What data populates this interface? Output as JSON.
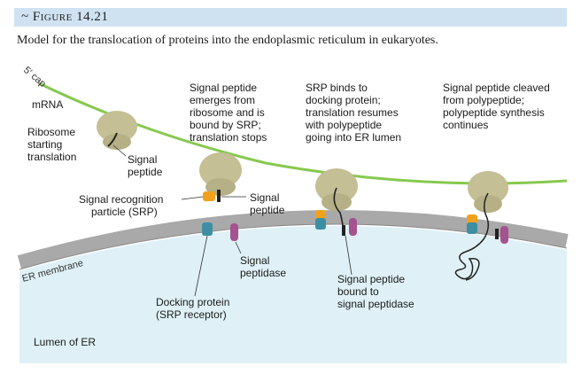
{
  "figure": {
    "title": "~ Figure 14.21",
    "caption": "Model for the translocation of proteins into the endoplasmic reticulum in eukaryotes."
  },
  "labels": {
    "five_cap": "5′ cap",
    "mrna": "mRNA",
    "ribosome_starting": [
      "Ribosome",
      "starting",
      "translation"
    ],
    "signal_peptide_1": [
      "Signal",
      "peptide"
    ],
    "signal_peptide_2": [
      "Signal",
      "peptide"
    ],
    "srp": [
      "Signal recognition",
      "particle (SRP)"
    ],
    "step2": [
      "Signal peptide",
      "emerges from",
      "ribosome and is",
      "bound by SRP;",
      "translation stops"
    ],
    "step3": [
      "SRP binds to",
      "docking protein;",
      "translation resumes",
      "with polypeptide",
      "going into ER lumen"
    ],
    "step4": [
      "Signal peptide cleaved",
      "from polypeptide;",
      "polypeptide synthesis",
      "continues"
    ],
    "er_membrane": "ER membrane",
    "signal_peptidase": [
      "Signal",
      "peptidase"
    ],
    "docking_protein": [
      "Docking protein",
      "(SRP receptor)"
    ],
    "signal_peptide_bound": [
      "Signal peptide",
      "bound to",
      "signal peptidase"
    ],
    "lumen": "Lumen of ER"
  },
  "colors": {
    "header_band": "#cfe2f1",
    "mrna": "#86c94e",
    "ribosome": "#c4bf94",
    "lumen": "#dff1f7",
    "membrane": "#a9a9a9",
    "docking_protein": "#3e8ea3",
    "peptidase": "#a45290",
    "srp": "#f0a21f"
  }
}
